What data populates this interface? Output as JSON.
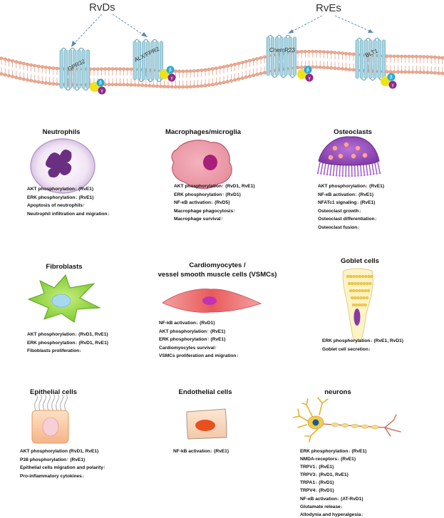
{
  "header": {
    "left_group": "RvDs",
    "right_group": "RvEs"
  },
  "receptors": [
    {
      "label": "GPR32"
    },
    {
      "label": "ALX/FPR2"
    },
    {
      "label": "ChemR23"
    },
    {
      "label": "BLT1"
    }
  ],
  "g_protein": {
    "beta": "β",
    "gamma": "γ"
  },
  "cells": {
    "neutrophils": {
      "title": "Neutrophils",
      "lines": [
        "AKT phosphorylation↓ (RvE1)",
        "ERK phosphorylation↓ (RvE1)",
        "Apoptosis of neutrophils↑",
        "Neutrophil infiltration and migration↓"
      ]
    },
    "macrophages": {
      "title": "Macrophages/microglia",
      "lines": [
        "AKT phosphorylation↑ (RvD1, RvE1)",
        "ERK phosphorylation↑ (RvD1)",
        "NF-κB activation↓ (RvD5)",
        "Macrophage phagocytosis↑",
        "Macrophage survival↑"
      ]
    },
    "osteoclasts": {
      "title": "Osteoclasts",
      "lines": [
        "AKT phosphorylation↓ (RvE1)",
        "NF-κB activation↓ (RvE1)",
        "NFATc1 signaling↓ (RvE1)",
        "Osteoclast growth↓",
        "Osteoclast differentiation↓",
        "Osteoclast fusion↓"
      ]
    },
    "fibroblasts": {
      "title": "Fibroblasts",
      "lines": [
        "AKT phosphorylation↓ (RvD1, RvE1)",
        "ERK phosphorylation↓ (RvD1, RvE1)",
        "Fiboblasts proliferation↓"
      ]
    },
    "cardiomyocytes": {
      "title_line1": "Cardiomyocytes /",
      "title_line2": "vessel smooth muscle cells (VSMCs)",
      "lines": [
        "NF-kB activation↓ (RvD1)",
        "AKT phosphorylation↑ (RvE1)",
        "ERK phosphorylation↑ (RvE1)",
        "Cardiomyocytes survival↑",
        "VSMCs proliferation and migration↓"
      ]
    },
    "goblet": {
      "title": "Goblet cells",
      "lines": [
        "ERK phosphorylation↓ (RvE1, RvD1)",
        "Goblet cell secretion↓"
      ]
    },
    "epithelial": {
      "title": "Epithelial cells",
      "lines": [
        "AKT phosphorylation (RvD1, RvE1)",
        "P38 phosphorylation↑ (RvE1)",
        "Epithelial cells migration and polarity↑",
        "Pro-inflammatory cytokines↓"
      ]
    },
    "endothelial": {
      "title": "Endothelial cells",
      "lines": [
        "NF-kB activation↓ (RvE1)"
      ]
    },
    "neurons": {
      "title": "neurons",
      "lines": [
        "ERK phosphorylation↓ (RvE1)",
        "NMDA-receptors↓ (RvE1)",
        "TRPV1↓ (RvE1)",
        "TRPV3↓ (RvD1, RvE1)",
        "TRPA1↓ (RvD1)",
        "TRPV4↓ (RvD1)",
        "NF-κB activation↓ (AT-RvD1)",
        "Glutamate release↓",
        "Allodynia and hyperalgesia↓"
      ]
    }
  },
  "colors": {
    "membrane": "#e9a88f",
    "receptor": "#a9d5e2",
    "beta": "#2aa9d8",
    "gamma": "#8e2a8c",
    "alpha": "#f0e21a"
  }
}
